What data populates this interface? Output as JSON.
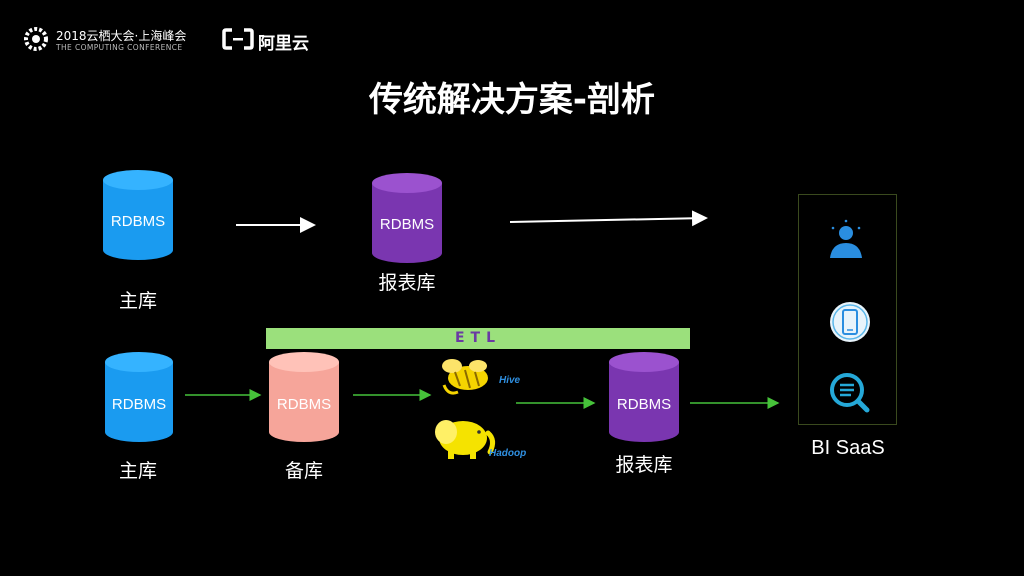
{
  "header": {
    "conference_title": "2018云栖大会·上海峰会",
    "conference_subtitle": "THE COMPUTING CONFERENCE",
    "brand": "阿里云"
  },
  "slide": {
    "title": "传统解决方案-剖析"
  },
  "top_flow": {
    "source_db": {
      "text": "RDBMS",
      "label": "主库"
    },
    "report_db": {
      "text": "RDBMS",
      "label": "报表库"
    }
  },
  "bottom_flow": {
    "etl_label": "ETL",
    "source_db": {
      "text": "RDBMS",
      "label": "主库"
    },
    "backup_db": {
      "text": "RDBMS",
      "label": "备库"
    },
    "hive_label": "Hive",
    "hadoop_label": "Hadoop",
    "report_db": {
      "text": "RDBMS",
      "label": "报表库"
    }
  },
  "bi": {
    "label": "BI SaaS",
    "icons": [
      "user-icon",
      "mobile-icon",
      "quick-search-icon"
    ]
  },
  "colors": {
    "blue_db": "#1a9bf0",
    "purple_db": "#7a36b0",
    "pink_db": "#f6a59a",
    "etl_green": "#9be07c",
    "arrow_green": "#46c23a"
  }
}
